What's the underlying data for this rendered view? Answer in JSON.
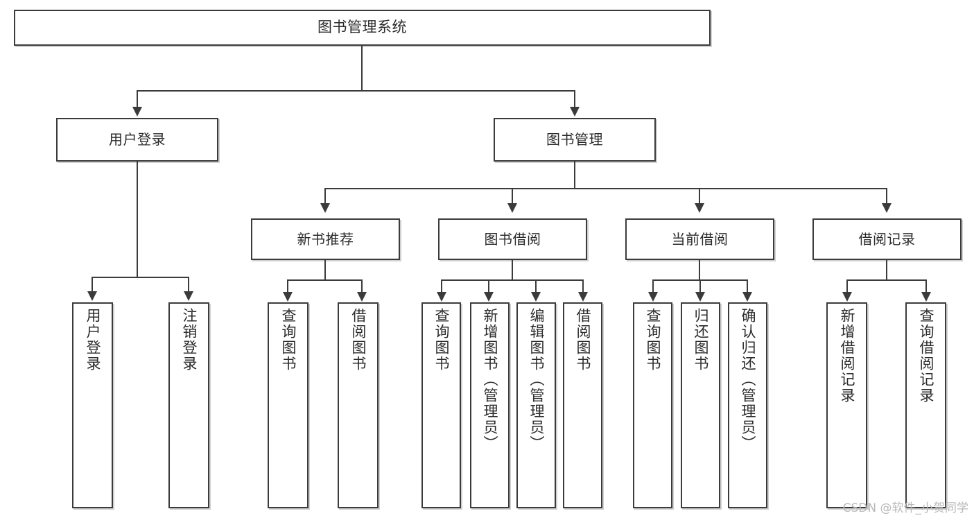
{
  "diagram": {
    "title": "图书管理系统",
    "type": "tree",
    "watermark": "CSDN @软件_小贺同学"
  },
  "root": {
    "label": "图书管理系统"
  },
  "level1": [
    {
      "label": "用户登录"
    },
    {
      "label": "图书管理"
    }
  ],
  "level2": [
    {
      "label": "新书推荐"
    },
    {
      "label": "图书借阅"
    },
    {
      "label": "当前借阅"
    },
    {
      "label": "借阅记录"
    }
  ],
  "leaves": {
    "user_login": [
      {
        "label": "用户登录"
      },
      {
        "label": "注销登录"
      }
    ],
    "new_book": [
      {
        "label": "查询图书"
      },
      {
        "label": "借阅图书"
      }
    ],
    "book_borrow": [
      {
        "label": "查询图书"
      },
      {
        "label": "新增图书（管理员）"
      },
      {
        "label": "编辑图书（管理员）"
      },
      {
        "label": "借阅图书"
      }
    ],
    "current_borrow": [
      {
        "label": "查询图书"
      },
      {
        "label": "归还图书"
      },
      {
        "label": "确认归还（管理员）"
      }
    ],
    "borrow_record": [
      {
        "label": "新增借阅记录"
      },
      {
        "label": "查询借阅记录"
      }
    ]
  },
  "colors": {
    "stroke": "#3b3b3b",
    "fill": "#ffffff",
    "text": "#2b2b2b",
    "watermark": "#b9b9b9"
  }
}
